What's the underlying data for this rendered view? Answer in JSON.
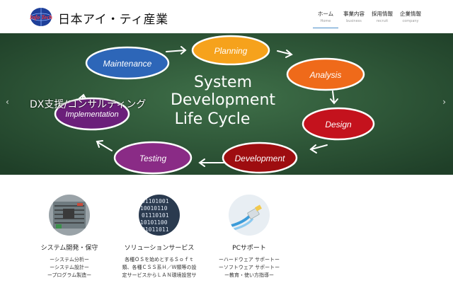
{
  "header": {
    "title": "日本アイ・ティ産業",
    "logo_text": "Info Tech"
  },
  "nav": [
    {
      "label": "ホーム",
      "sub": "Home",
      "active": true
    },
    {
      "label": "事業内容",
      "sub": "business",
      "active": false
    },
    {
      "label": "採用情報",
      "sub": "recruit",
      "active": false
    },
    {
      "label": "企業情報",
      "sub": "company",
      "active": false
    }
  ],
  "hero": {
    "caption": "DX支援/コンサルティング",
    "center_line1": "System",
    "center_line2": "Development",
    "center_line3": "Life Cycle",
    "stages": [
      "Maintenance",
      "Planning",
      "Analysis",
      "Design",
      "Development",
      "Testing",
      "Implementation"
    ],
    "prev_icon": "chevron-left-icon",
    "next_icon": "chevron-right-icon"
  },
  "services": [
    {
      "name": "システム開発・保守",
      "lines": [
        "ーシステム分析ー",
        "ーシステム設計ー",
        "ープログラム製造ー"
      ]
    },
    {
      "name": "ソリューションサービス",
      "lines": [
        "各種ＯＳを始めとするＳｏｆｔ",
        "類、各種ＣＳＳ系Ｈ／Ｗ類等の設",
        "定サービスからＬＡＮ環境設営サ"
      ]
    },
    {
      "name": "PCサポート",
      "lines": [
        "ーハードウェア サポートー",
        "ーソフトウェア サポートー",
        "ー教育・使い方指導ー"
      ]
    }
  ],
  "colors": {
    "board": "#2f5a3a",
    "planning": "#f6a21c",
    "analysis": "#ef6a1a",
    "design": "#c4121d",
    "development": "#9e0d10",
    "testing": "#8a2b86",
    "implementation": "#6b1f7a",
    "maintenance": "#2d66b8",
    "nav_active": "#4a8ec9"
  }
}
